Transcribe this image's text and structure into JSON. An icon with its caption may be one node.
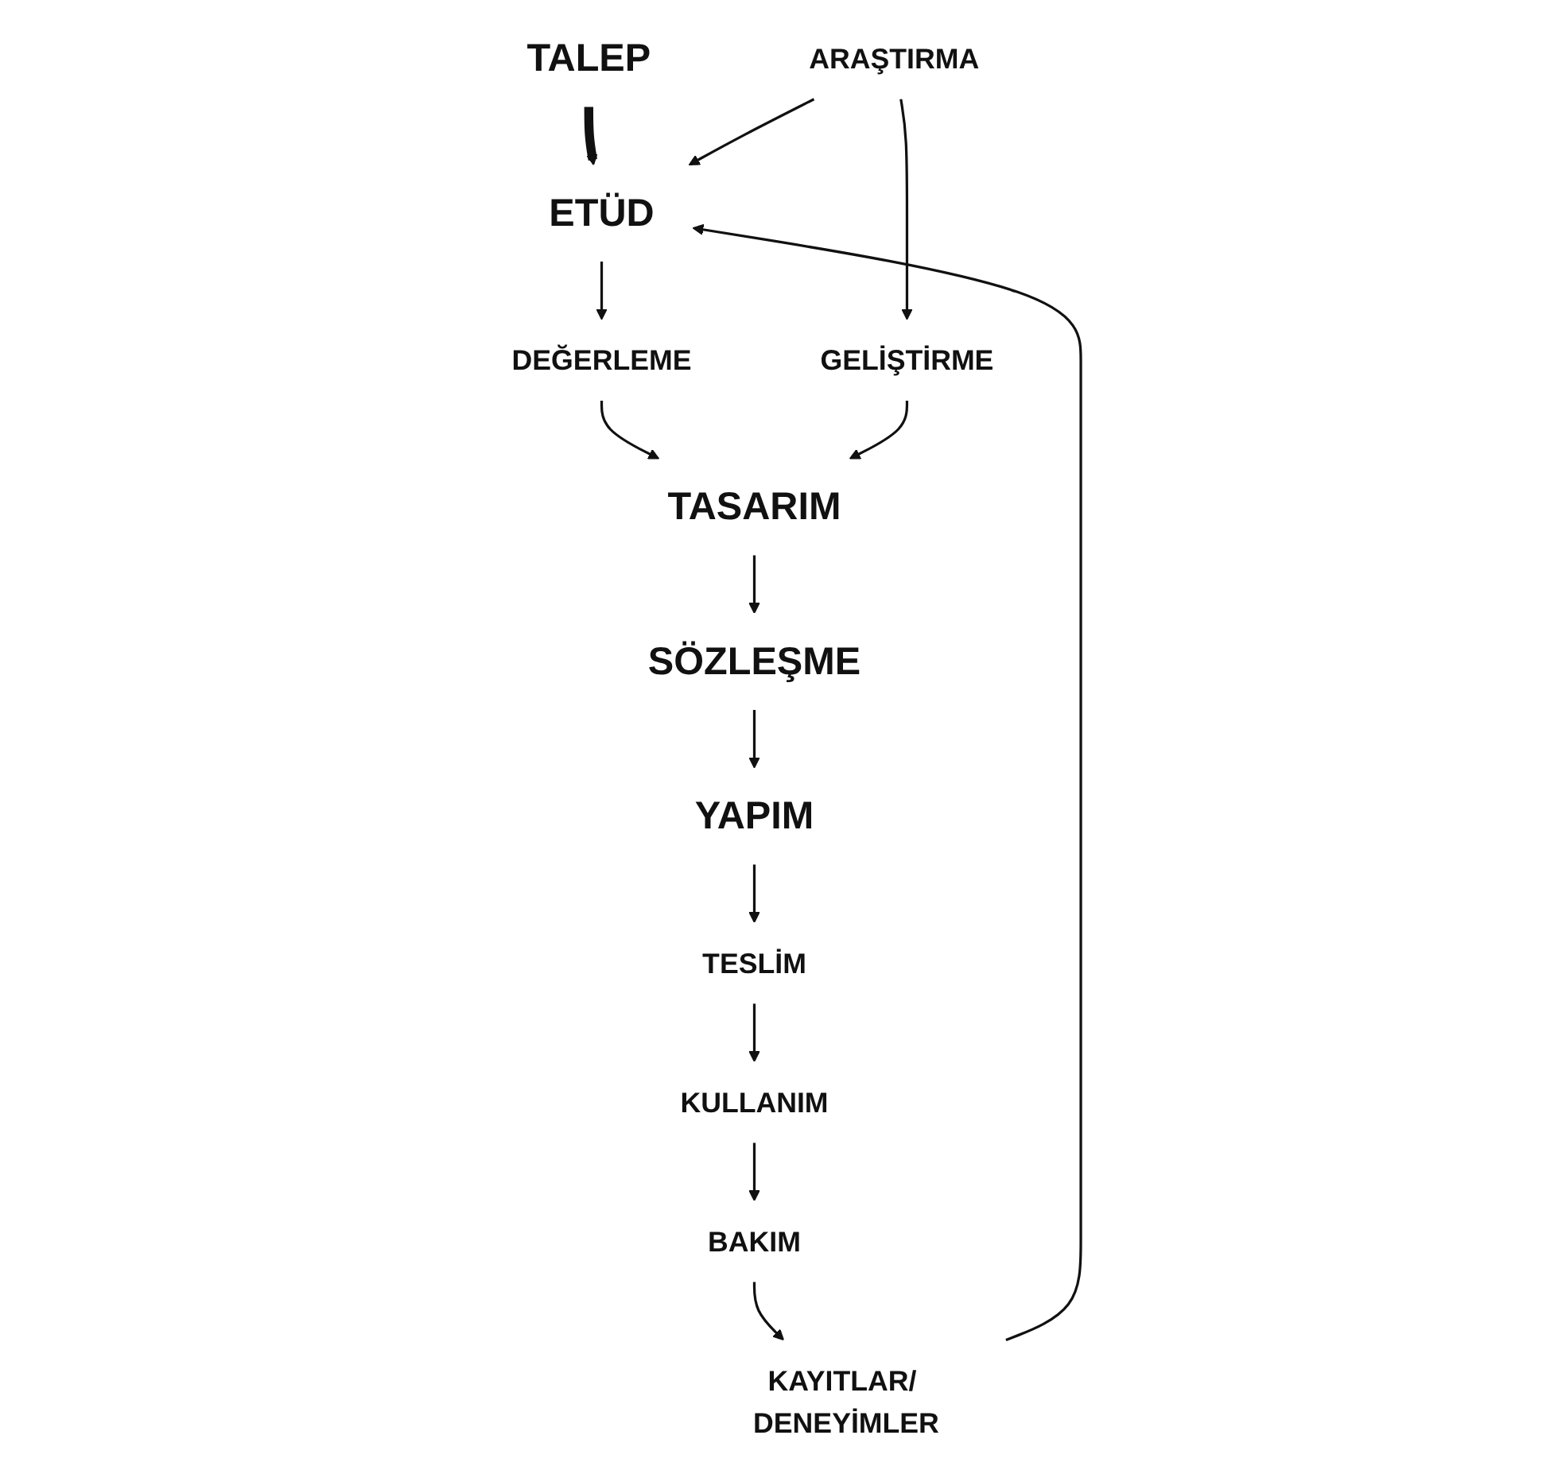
{
  "diagram": {
    "nodes": [
      {
        "text": [
          "TALEP"
        ]
      },
      {
        "text": [
          "ETÜD"
        ]
      },
      {
        "text": [
          "DEĞERLEME"
        ]
      },
      {
        "text": [
          "ARAŞTIRMA"
        ]
      },
      {
        "text": [
          "GELİŞTİRME"
        ]
      },
      {
        "text": [
          "TASARIM"
        ]
      },
      {
        "text": [
          "SÖZLEŞME"
        ]
      },
      {
        "text": [
          "YAPIM"
        ]
      },
      {
        "text": [
          "TESLİM"
        ]
      },
      {
        "text": [
          "KULLANIM"
        ]
      },
      {
        "text": [
          "BAKIM"
        ]
      },
      {
        "text": [
          "KAYITLAR/ DENEYİMLER"
        ]
      }
    ],
    "edges": [
      {
        "from": 0,
        "to": 1,
        "arrow": "to",
        "style": "thick"
      },
      {
        "from": 1,
        "to": 2,
        "arrow": "to"
      },
      {
        "from": 2,
        "to": 5,
        "arrow": "to"
      },
      {
        "from": 3,
        "to": 1,
        "arrow": "to"
      },
      {
        "from": 3,
        "to": 4,
        "arrow": "to"
      },
      {
        "from": 4,
        "to": 5,
        "arrow": "to"
      },
      {
        "from": 5,
        "to": 6,
        "arrow": "to"
      },
      {
        "from": 6,
        "to": 7,
        "arrow": "to"
      },
      {
        "from": 7,
        "to": 8,
        "arrow": "to"
      },
      {
        "from": 8,
        "to": 9,
        "arrow": "to"
      },
      {
        "from": 9,
        "to": 10,
        "arrow": "to"
      },
      {
        "from": 10,
        "to": 11,
        "arrow": "to"
      },
      {
        "from": 11,
        "to": 1,
        "arrow": "to"
      }
    ]
  }
}
